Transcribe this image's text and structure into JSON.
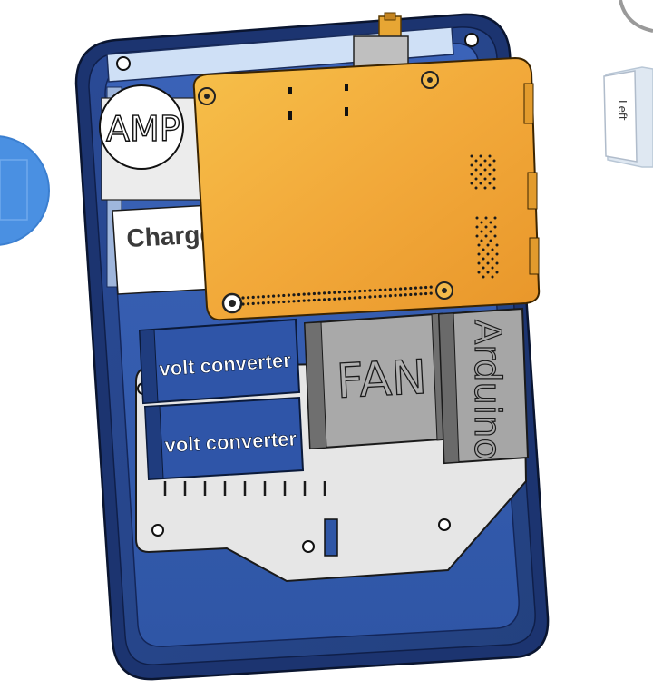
{
  "viewport": {
    "background": "#ffffff",
    "labels": {
      "amp": "AMP",
      "charge": "Charge",
      "volt_converter_1": "volt converter",
      "volt_converter_2": "volt converter",
      "fan": "FAN",
      "arduino": "Arduino"
    }
  },
  "view_cube": {
    "face_label": "Left"
  },
  "colors": {
    "case_blue": "#2e4f9e",
    "case_dark": "#1c3470",
    "board_orange": "#f0a932",
    "bracket_gray": "#e6e6e6",
    "converter_blue": "#2f55a8",
    "fan_gray": "#a9a9a9",
    "nav_blue": "#4a90e2"
  }
}
